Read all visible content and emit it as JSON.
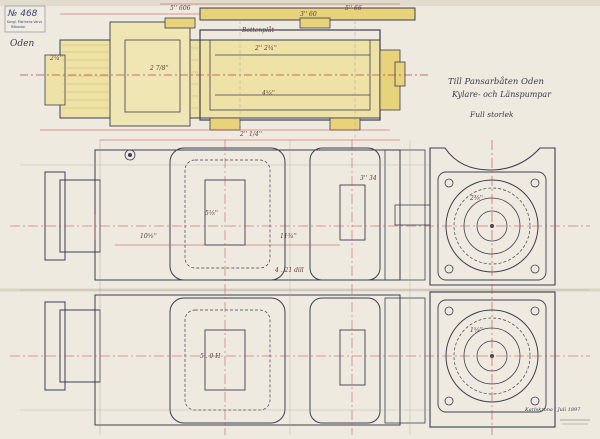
{
  "stamp": {
    "number": "№ 468",
    "line1": "Kongl. Marinens Varvs",
    "line2": "Ritkontor"
  },
  "ship_name": "Oden",
  "title": {
    "line1": "Till Pansarbåten Oden",
    "line2": "Kylare- och Länspumpar",
    "line3": "Full storlek"
  },
  "signature": "Karlskrona i Juli 1897",
  "dimensions": {
    "top_a": "5'' 606",
    "top_b": "5'' 66",
    "top_c": "3'' 60",
    "left_a": "2¼''",
    "mid_a": "2'' 2¾''",
    "mid_b": "4⅝''",
    "mid_c": "2 7/8''",
    "mid_d": "2'' 1/4''",
    "body_a": "10⅝''",
    "body_b": "11¾''",
    "body_c": "5⅛''",
    "body_d": "4 . 21 dill",
    "body_e": "3'' 34",
    "body_f": "5 . 0 H",
    "right_a": "2⅜''",
    "right_b": "1⅝''",
    "top_label": "Bottenplåt"
  },
  "colors": {
    "paper": "#efeadf",
    "ink": "#3a3f55",
    "red_line": "#c0444c",
    "yellow_wash": "#e8d27a",
    "pencil": "#9a9a9a"
  }
}
